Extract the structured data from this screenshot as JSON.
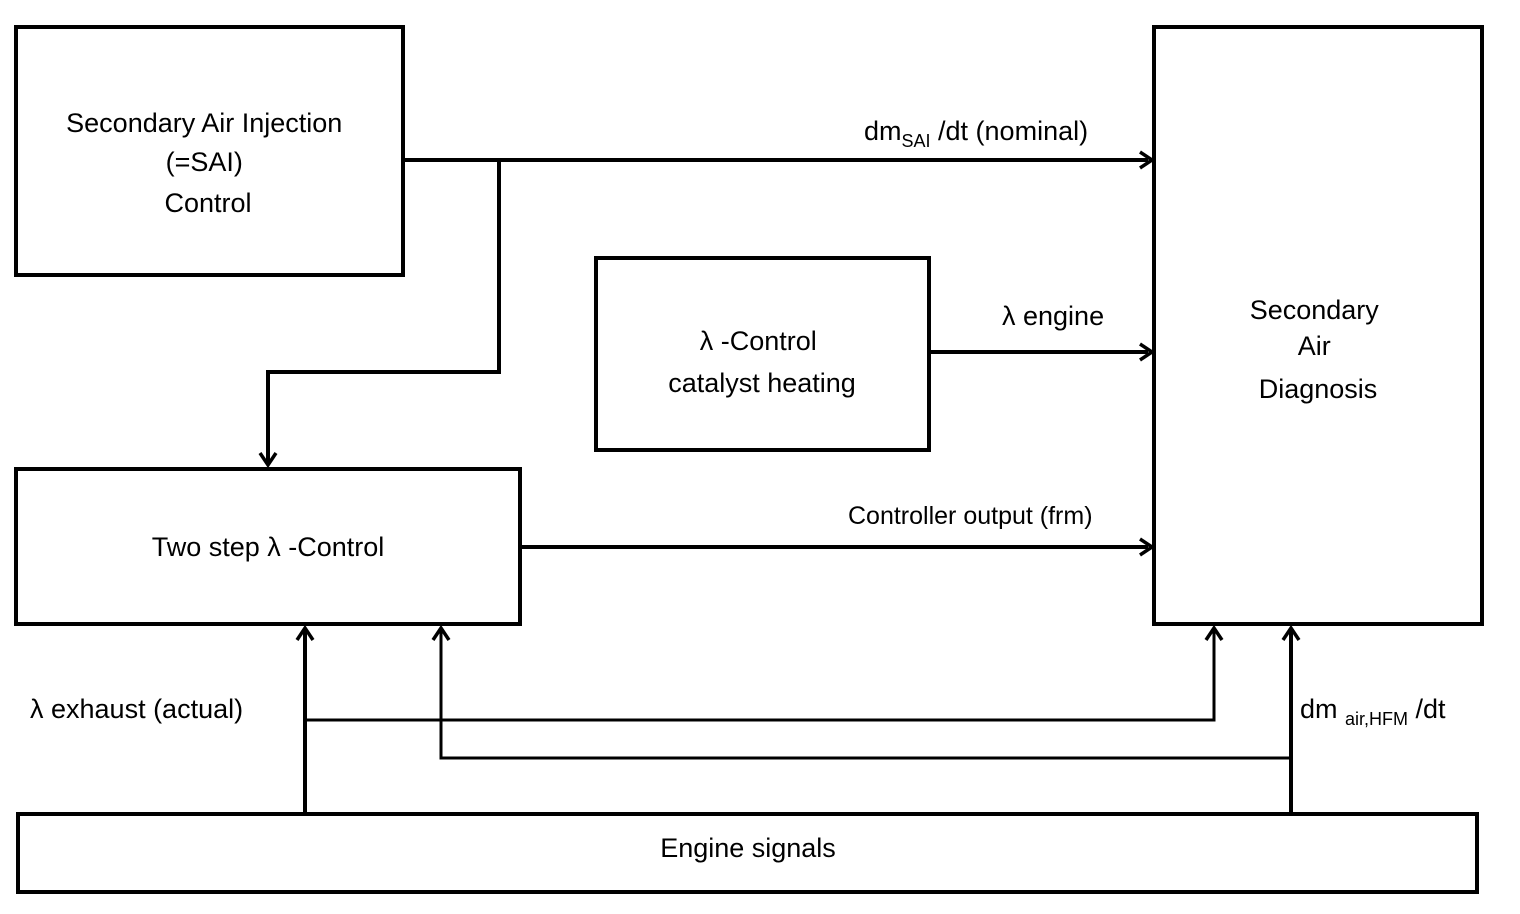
{
  "blocks": {
    "sai_control": {
      "line1": "Secondary Air Injection",
      "line2": "(=SAI)",
      "line3": "Control"
    },
    "lambda_catalyst": {
      "line1": "λ -Control",
      "line2": "catalyst heating"
    },
    "two_step": {
      "label": "Two step  λ -Control"
    },
    "diagnosis": {
      "line1": "Secondary",
      "line2": "Air",
      "line3": "Diagnosis"
    },
    "engine_signals": {
      "label": "Engine signals"
    }
  },
  "signals": {
    "dm_sai": {
      "main": "dm",
      "sub": "SAI",
      "tail": " /dt (nominal)"
    },
    "lambda_engine": {
      "label": "λ engine"
    },
    "controller_output": {
      "label": "Controller output (frm)"
    },
    "lambda_exhaust": {
      "label": "λ exhaust (actual)"
    },
    "dm_air": {
      "main": "dm ",
      "sub": "air,HFM",
      "tail": " /dt"
    }
  }
}
